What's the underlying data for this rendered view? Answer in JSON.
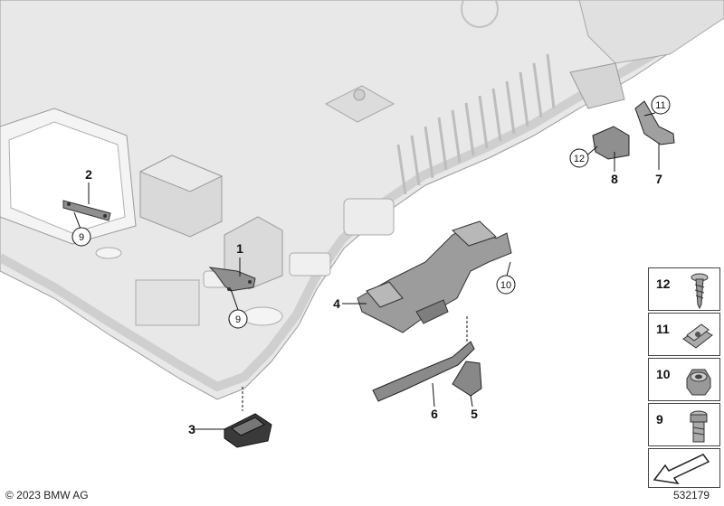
{
  "callouts": {
    "c1": "1",
    "c2": "2",
    "c3": "3",
    "c4": "4",
    "c5": "5",
    "c6": "6",
    "c7": "7",
    "c8": "8",
    "c9a": "9",
    "c9b": "9",
    "c10": "10",
    "c11": "11",
    "c12": "12"
  },
  "legend": [
    {
      "label": "12",
      "part": "screw-icon"
    },
    {
      "label": "11",
      "part": "clip-nut-icon"
    },
    {
      "label": "10",
      "part": "hex-nut-icon"
    },
    {
      "label": "9",
      "part": "bolt-icon"
    },
    {
      "label": "",
      "part": "direction-arrow-icon"
    }
  ],
  "footer": {
    "copyright": "© 2023 BMW AG",
    "doc_number": "532179"
  }
}
